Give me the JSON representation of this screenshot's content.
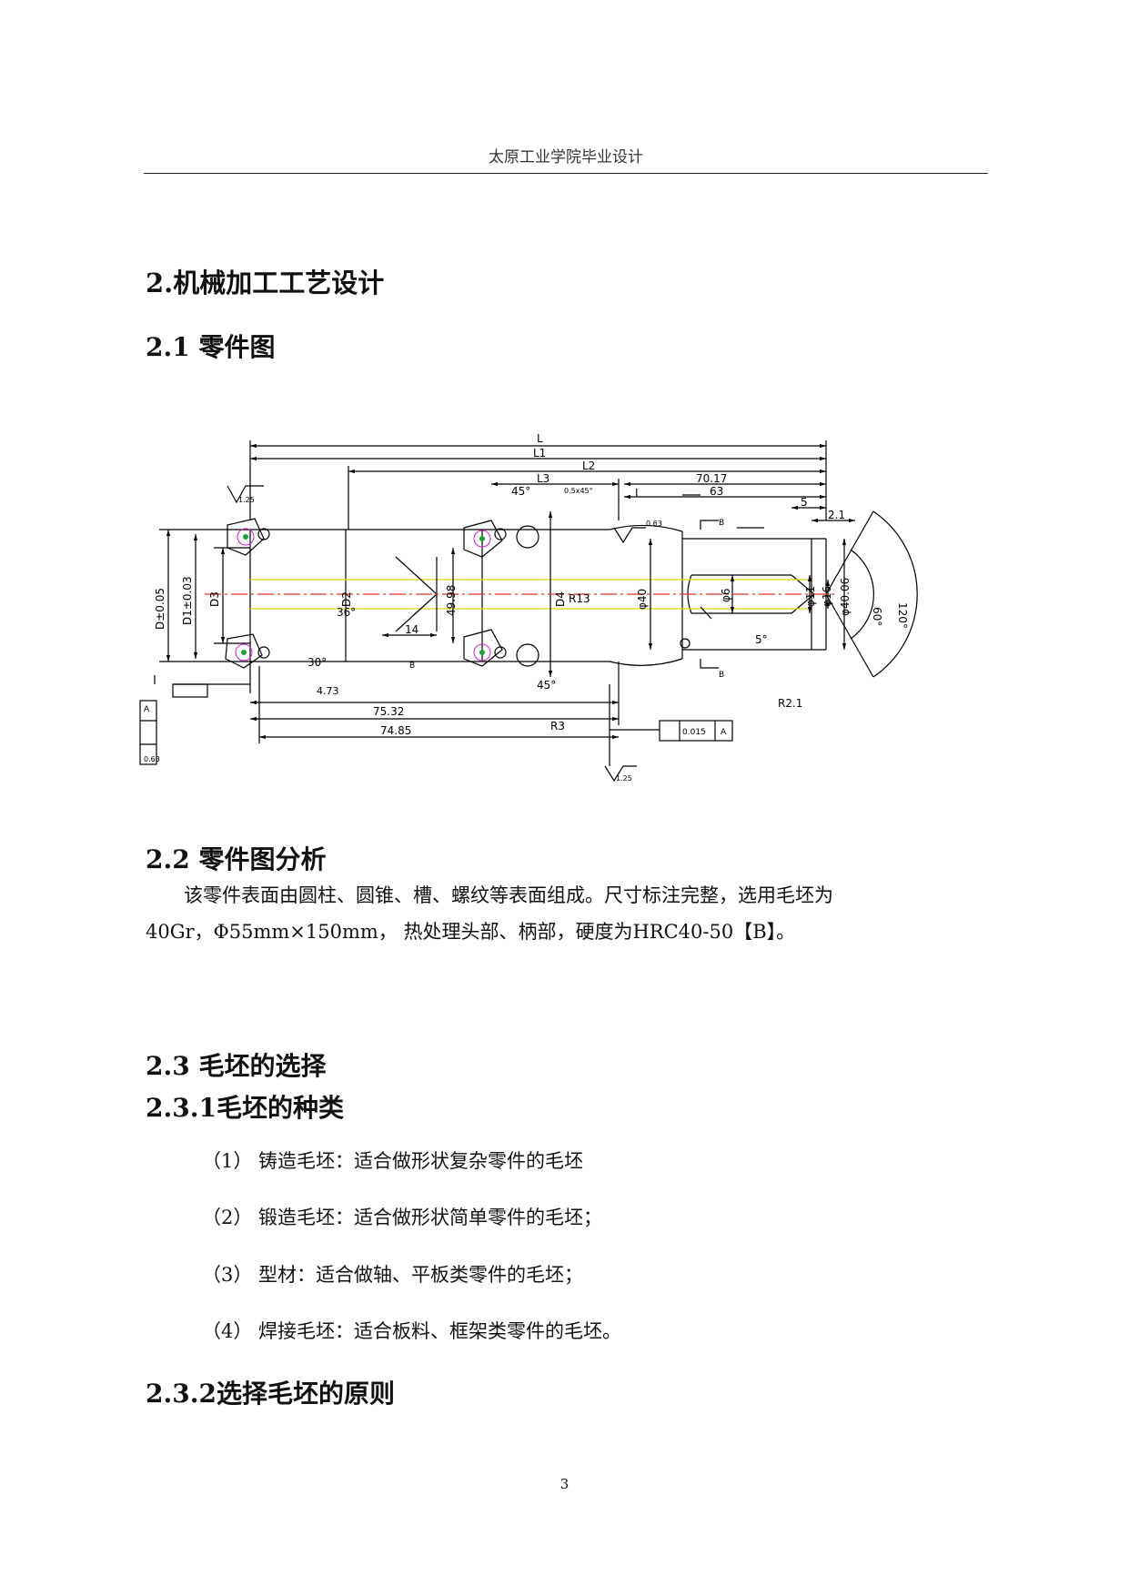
{
  "header": {
    "title": "太原工业学院毕业设计"
  },
  "sections": {
    "s2": "2.机械加工工艺设计",
    "s2_1": "2.1 零件图",
    "s2_2": "2.2 零件图分析",
    "s2_3": "2.3 毛坯的选择",
    "s2_3_1": "2.3.1毛坯的种类",
    "s2_3_2": "2.3.2选择毛坯的原则"
  },
  "analysis": {
    "line1": "该零件表面由圆柱、圆锥、槽、螺纹等表面组成。尺寸标注完整，选用毛坯为",
    "line2": "40Gr，Φ55mm×150mm， 热处理头部、柄部，硬度为HRC40-50【B】。"
  },
  "blank_types": [
    {
      "num": "（1）",
      "text": "铸造毛坯：适合做形状复杂零件的毛坯"
    },
    {
      "num": "（2）",
      "text": "锻造毛坯：适合做形状简单零件的毛坯；"
    },
    {
      "num": "（3）",
      "text": "型材：适合做轴、平板类零件的毛坯；"
    },
    {
      "num": "（4）",
      "text": "焊接毛坯：适合板料、框架类零件的毛坯。"
    }
  ],
  "drawing": {
    "dims": {
      "L": "L",
      "L1": "L1",
      "L2": "L2",
      "L3": "L3",
      "d7017": "70.17",
      "d63": "63",
      "d5": "5",
      "d21": "2.1",
      "D": "D±0.05",
      "D1": "D1±0.03",
      "D3": "D3",
      "D2": "D2",
      "D4": "D4",
      "d4998": "49.98",
      "d14": "14",
      "d473": "4.73",
      "d7532": "75.32",
      "d7485": "74.85",
      "phi40": "φ40",
      "phi6": "φ6",
      "phi11": "φ11",
      "phi16": "φ16",
      "phi4006": "φ40.06",
      "a45a": "45°",
      "a45b": "45°",
      "a60": "60°",
      "a120": "120°",
      "a5": "5°",
      "a30": "30°",
      "a36": "36°",
      "R13": "R13",
      "R3": "R3",
      "R21": "R2.1",
      "chamfer": "0.5x45°",
      "tol015": "0.015",
      "tolA": "A",
      "rough063": "0.63",
      "r125a": "1.25",
      "r125b": "1.25",
      "r063": "0.63",
      "secI": "I",
      "secB1": "B",
      "secB2": "B",
      "datumA": "A",
      "datumB": "B"
    }
  },
  "page_number": "3"
}
